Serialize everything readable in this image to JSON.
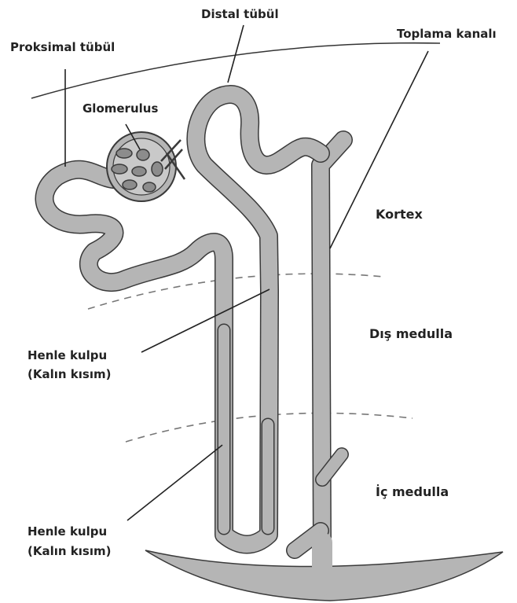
{
  "labels": {
    "proximal": "Proksimal tübül",
    "distal": "Distal tübül",
    "collecting": "Toplama kanalı",
    "glomerulus": "Glomerulus",
    "henle_thick_1": "Henle kulpu",
    "henle_thick_1b": "(Kalın kısım)",
    "henle_thick_2": "Henle kulpu",
    "henle_thick_2b": "(Kalın kısım)"
  },
  "regions": {
    "cortex": "Kortex",
    "outer_medulla": "Dış medulla",
    "inner_medulla": "İç medulla"
  },
  "colors": {
    "tube_fill": "#b5b5b5",
    "tube_outline": "#3a3a3a",
    "line": "#222222",
    "boundary_dash": "#777777"
  }
}
